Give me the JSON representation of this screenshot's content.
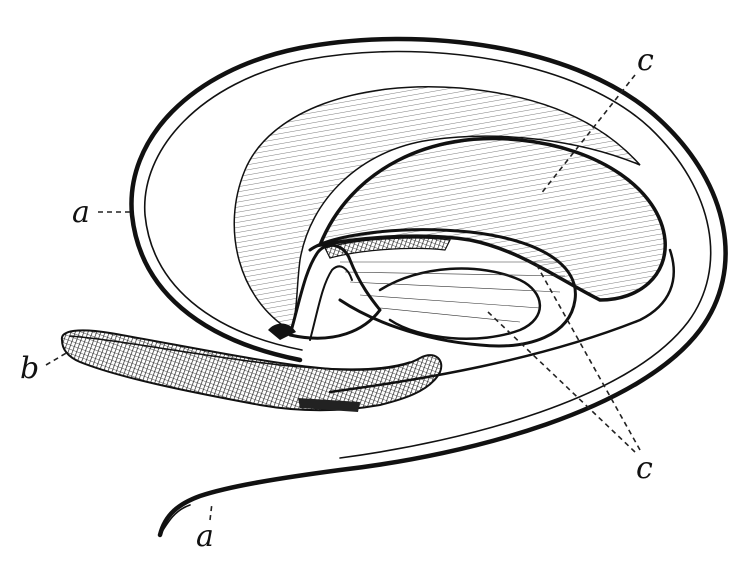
{
  "labels": {
    "a_left": "a",
    "a_bottom": "a",
    "b": "b",
    "c_top": "c",
    "c_bottom": "c"
  }
}
